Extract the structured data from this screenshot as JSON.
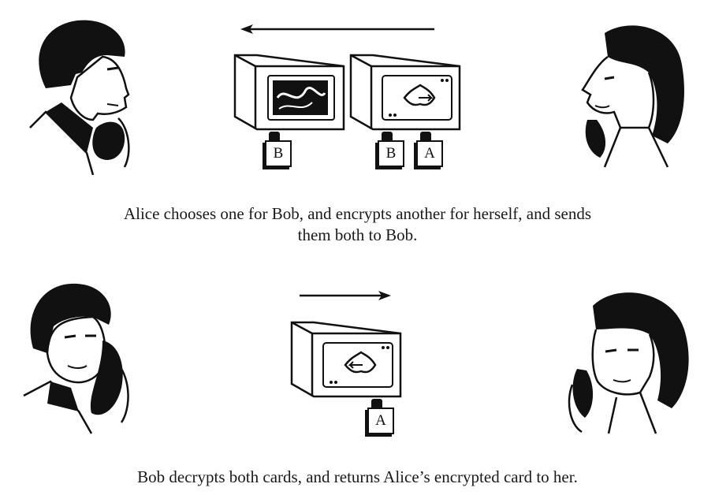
{
  "panels": [
    {
      "arrow_direction": "left",
      "left_person": "Bob",
      "right_person": "Alice",
      "boxes": [
        {
          "card": "face-down (patterned back)",
          "locks": [
            "B"
          ]
        },
        {
          "card": "ace of spades",
          "locks": [
            "B",
            "A"
          ]
        }
      ],
      "caption_line1": "Alice chooses one for Bob, and encrypts another for herself, and sends",
      "caption_line2": "them both to Bob."
    },
    {
      "arrow_direction": "right",
      "left_person": "Bob",
      "right_person": "Alice",
      "boxes": [
        {
          "card": "ace of spades",
          "locks": [
            "A"
          ]
        }
      ],
      "caption_line1": "Bob decrypts both cards, and returns Alice’s encrypted card to her."
    }
  ],
  "icons": {
    "man": "man-on-phone-icon",
    "woman": "woman-on-phone-icon",
    "box": "locked-box-icon",
    "card": "playing-card-icon",
    "arrow": "arrow-icon"
  }
}
